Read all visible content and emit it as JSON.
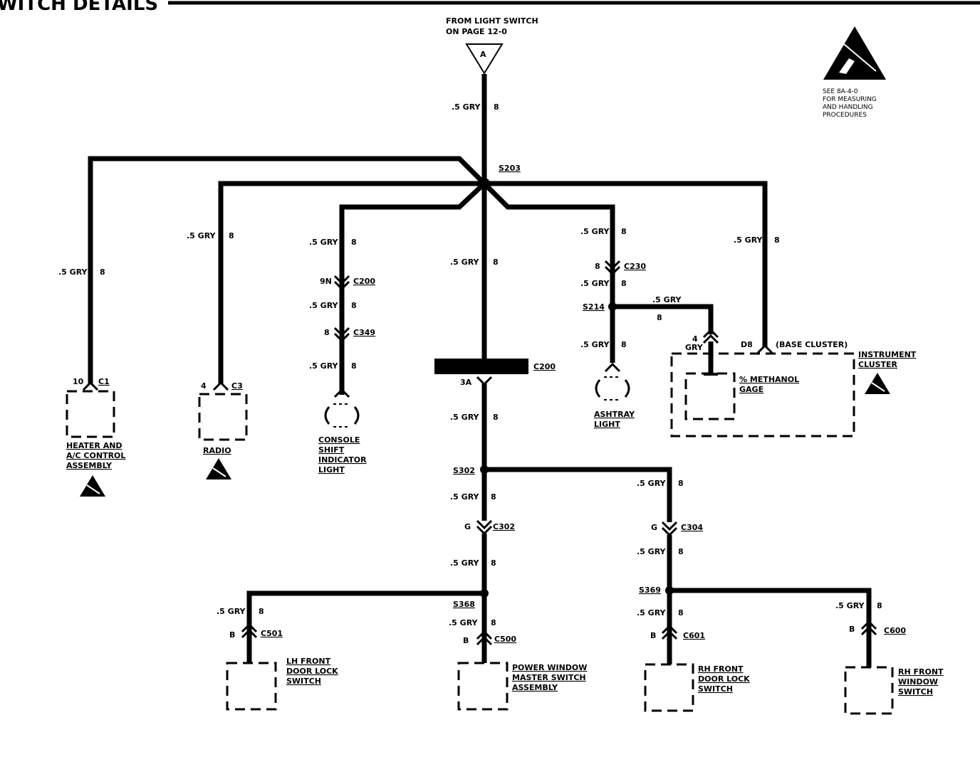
{
  "header": {
    "title": "WITCH DETAILS"
  },
  "source": {
    "line1": "FROM LIGHT SWITCH",
    "line2": "ON PAGE 12-0",
    "connector": "A"
  },
  "esd_note": {
    "lines": [
      "SEE 8A-4-0",
      "FOR MEASURING",
      "AND HANDLING",
      "PROCEDURES"
    ]
  },
  "splices": {
    "s203": "S203",
    "s214": "S214",
    "s302": "S302",
    "s368": "S368",
    "s369": "S369"
  },
  "wire": {
    "label": ".5 GRY",
    "circuit": "8"
  },
  "connectors": {
    "c200_top": "C200",
    "c200_top_pin": "9N",
    "c349": "C349",
    "c349_pin": "8",
    "c230": "C230",
    "c230_pin": "8",
    "c200_mid": "C200",
    "c200_mid_pin": "3A",
    "c302": "C302",
    "c302_pin": "G",
    "c304": "C304",
    "c304_pin": "G",
    "c1": "C1",
    "c1_pin": "10",
    "c3": "C3",
    "c3_pin": "4",
    "c501": "C501",
    "c501_pin": "B",
    "c500": "C500",
    "c500_pin": "B",
    "c601": "C601",
    "c601_pin": "B",
    "c600": "C600",
    "c600_pin": "B",
    "cluster_pin": "D8",
    "cluster_note": "(BASE CLUSTER)",
    "gage_pin": "4",
    "gage_wire": "GRY"
  },
  "components": {
    "heater": [
      "HEATER AND",
      "A/C CONTROL",
      "ASSEMBLY"
    ],
    "radio": [
      "RADIO"
    ],
    "console": [
      "CONSOLE",
      "SHIFT",
      "INDICATOR",
      "LIGHT"
    ],
    "ashtray": [
      "ASHTRAY",
      "LIGHT"
    ],
    "methanol": [
      "% METHANOL",
      "GAGE"
    ],
    "cluster": [
      "INSTRUMENT",
      "CLUSTER"
    ],
    "lh_door": [
      "LH FRONT",
      "DOOR LOCK",
      "SWITCH"
    ],
    "pw_master": [
      "POWER WINDOW",
      "MASTER SWITCH",
      "ASSEMBLY"
    ],
    "rh_door": [
      "RH FRONT",
      "DOOR LOCK",
      "SWITCH"
    ],
    "rh_window": [
      "RH FRONT",
      "WINDOW",
      "SWITCH"
    ]
  }
}
